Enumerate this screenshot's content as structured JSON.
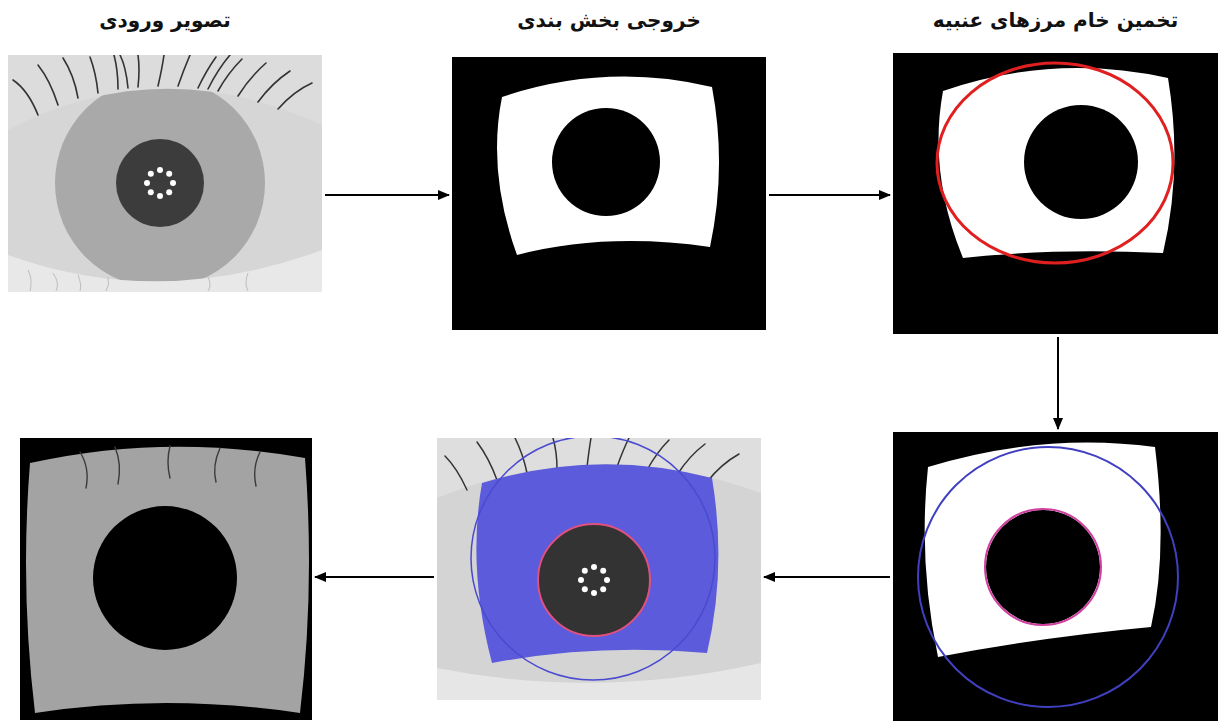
{
  "diagram": {
    "nodes": [
      {
        "text": [
          "تصویر ورودی"
        ]
      },
      {
        "text": [
          "خروجی بخش بندی"
        ]
      },
      {
        "text": [
          "تخمین خام مرزهای عنبیه"
        ]
      },
      {
        "text": []
      },
      {
        "text": []
      },
      {
        "text": []
      }
    ],
    "edges": [
      {
        "from": 0,
        "to": 1,
        "arrow": "to"
      },
      {
        "from": 1,
        "to": 2,
        "arrow": "to"
      },
      {
        "from": 2,
        "to": 3,
        "arrow": "to"
      },
      {
        "from": 3,
        "to": 4,
        "arrow": "to"
      },
      {
        "from": 4,
        "to": 5,
        "arrow": "to"
      }
    ]
  }
}
